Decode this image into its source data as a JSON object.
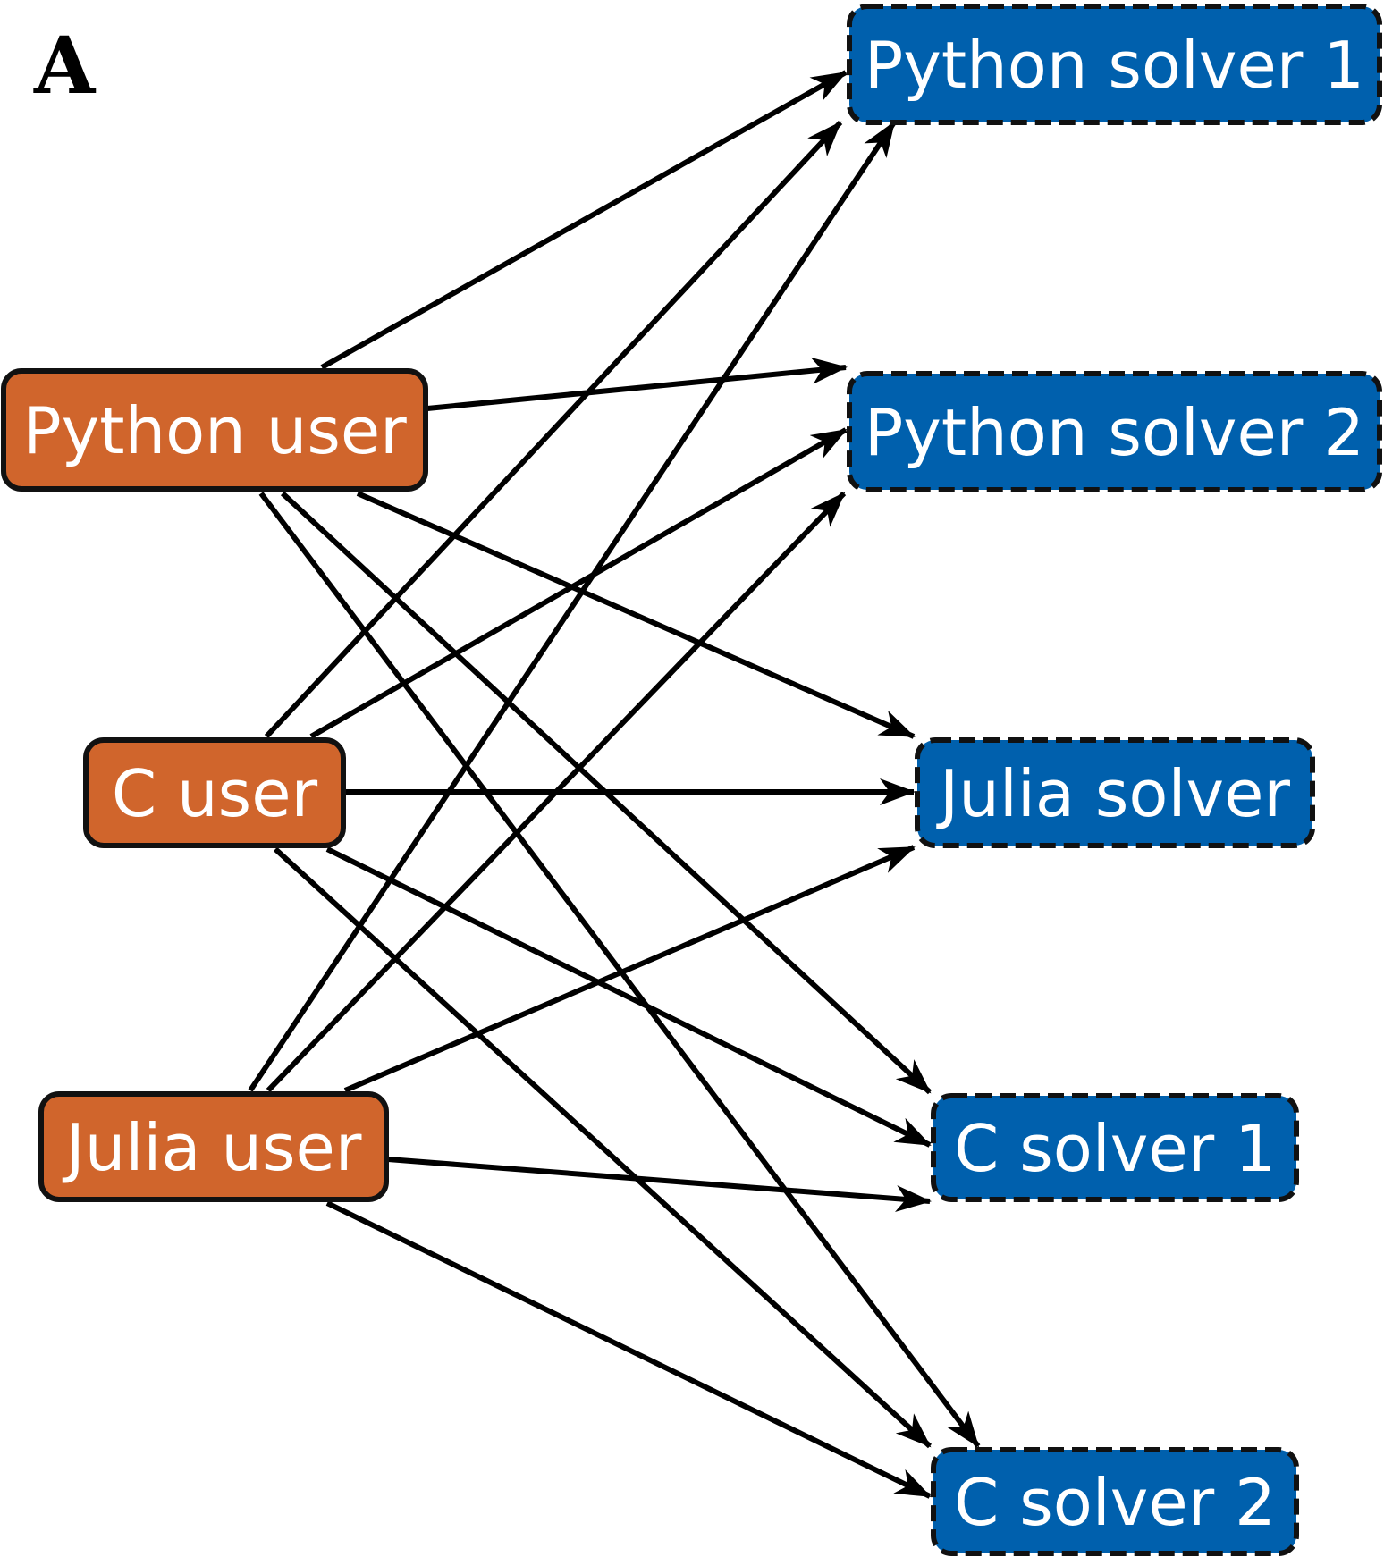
{
  "panel_label": "A",
  "colors": {
    "user_fill": "#D0652C",
    "solver_fill": "#0060AD",
    "stroke": "#111111",
    "edge": "#000000",
    "text": "#ffffff"
  },
  "users": [
    {
      "id": "python_user",
      "label": "Python user"
    },
    {
      "id": "c_user",
      "label": "C user"
    },
    {
      "id": "julia_user",
      "label": "Julia user"
    }
  ],
  "solvers": [
    {
      "id": "python_solver_1",
      "label": "Python solver 1"
    },
    {
      "id": "python_solver_2",
      "label": "Python solver 2"
    },
    {
      "id": "julia_solver",
      "label": "Julia solver"
    },
    {
      "id": "c_solver_1",
      "label": "C solver 1"
    },
    {
      "id": "c_solver_2",
      "label": "C solver 2"
    }
  ],
  "edges": [
    {
      "from": "python_user",
      "to": "python_solver_1"
    },
    {
      "from": "python_user",
      "to": "python_solver_2"
    },
    {
      "from": "python_user",
      "to": "julia_solver"
    },
    {
      "from": "python_user",
      "to": "c_solver_1"
    },
    {
      "from": "python_user",
      "to": "c_solver_2"
    },
    {
      "from": "c_user",
      "to": "python_solver_1"
    },
    {
      "from": "c_user",
      "to": "python_solver_2"
    },
    {
      "from": "c_user",
      "to": "julia_solver"
    },
    {
      "from": "c_user",
      "to": "c_solver_1"
    },
    {
      "from": "c_user",
      "to": "c_solver_2"
    },
    {
      "from": "julia_user",
      "to": "python_solver_1"
    },
    {
      "from": "julia_user",
      "to": "python_solver_2"
    },
    {
      "from": "julia_user",
      "to": "julia_solver"
    },
    {
      "from": "julia_user",
      "to": "c_solver_1"
    },
    {
      "from": "julia_user",
      "to": "c_solver_2"
    }
  ]
}
